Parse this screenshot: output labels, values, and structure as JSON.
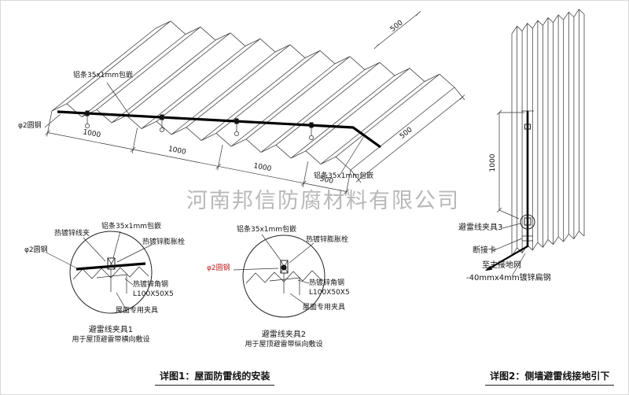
{
  "watermark": "河南邦信防腐材料有限公司",
  "colors": {
    "line": "#222222",
    "red": "#c02020",
    "watermark": "#7d7d7d"
  },
  "roof": {
    "label_strip_top": "铝条35x1mm包嵌",
    "label_rod": "φ2圆钢",
    "label_strip_right": "铝条35x1mm包嵌",
    "dims_bottom": [
      "1000",
      "1000",
      "1000",
      "500"
    ],
    "dim_right": "500",
    "dim_top_right": "500"
  },
  "detail1": {
    "title": "避雷线夹具1",
    "subtitle": "用于屋顶避雷带横向敷设",
    "labels": {
      "clamp": "热镀锌线夹",
      "strip": "铝条35x1mm包嵌",
      "bolt": "热镀锌膨胀栓",
      "rod": "φ2圆钢",
      "angle": "热镀锌角钢",
      "angle_spec": "L100X50X5",
      "fixture": "屋面专用夹具"
    }
  },
  "detail2": {
    "title": "避雷线夹具2",
    "subtitle": "用于屋顶避雷带纵向敷设",
    "labels": {
      "strip": "铝条35x1mm包嵌",
      "bolt": "热镀锌膨胀栓",
      "rod": "φ2圆钢",
      "angle": "热镀锌角钢",
      "angle_spec": "L100X50X5",
      "fixture": "屋面专用夹具"
    }
  },
  "wall": {
    "dim": "1000",
    "label_clamp": "避雷线夹具3",
    "label_break": "断接卡",
    "label_ground": "至主接地网",
    "label_steel": "-40mmx4mm镀锌扁钢"
  },
  "captions": {
    "detail1": "详图1：屋面防雷线的安装",
    "detail2": "详图2：侧墙避雷线接地引下"
  }
}
